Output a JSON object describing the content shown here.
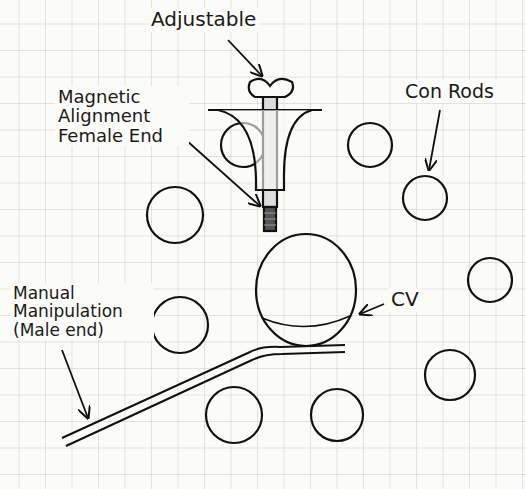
{
  "diagram": {
    "labels": [
      "Adjustable",
      "Magnetic Alignment Female End",
      "Con Rods",
      "Manual Manipulation (Male end)",
      "CV"
    ]
  }
}
